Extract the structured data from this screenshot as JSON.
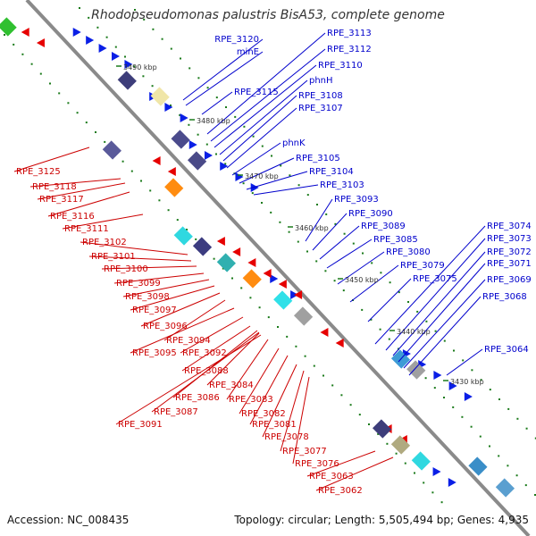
{
  "title": "Rhodopseudomonas palustris BisA53, complete genome",
  "footer": {
    "accession": "Accession: NC_008435",
    "topology": "Topology: circular; Length: 5,505,494 bp; Genes: 4,935"
  },
  "colors": {
    "backbone": "#8a8a8a",
    "forward_label": "#0000cc",
    "reverse_label": "#cc0000",
    "tick": "#1a7a1a"
  },
  "kbp_labels": [
    "3490 kbp",
    "3480 kbp",
    "3470 kbp",
    "3460 kbp",
    "3450 kbp",
    "3440 kbp",
    "3430 kbp"
  ],
  "forward_genes": [
    "RPE_3120",
    "minE",
    "RPE_3113",
    "RPE_3112",
    "RPE_3110",
    "phnH",
    "RPE_3115",
    "RPE_3108",
    "RPE_3107",
    "phnK",
    "RPE_3105",
    "RPE_3104",
    "RPE_3103",
    "RPE_3093",
    "RPE_3090",
    "RPE_3089",
    "RPE_3085",
    "RPE_3080",
    "RPE_3079",
    "RPE_3075",
    "RPE_3074",
    "RPE_3073",
    "RPE_3072",
    "RPE_3071",
    "RPE_3069",
    "RPE_3068",
    "RPE_3064"
  ],
  "reverse_genes": [
    "RPE_3125",
    "RPE_3118",
    "RPE_3117",
    "RPE_3116",
    "RPE_3111",
    "RPE_3102",
    "RPE_3101",
    "RPE_3100",
    "RPE_3099",
    "RPE_3098",
    "RPE_3097",
    "RPE_3096",
    "RPE_3094",
    "RPE_3095",
    "RPE_3092",
    "RPE_3088",
    "RPE_3084",
    "RPE_3086",
    "RPE_3083",
    "RPE_3087",
    "RPE_3082",
    "RPE_3091",
    "RPE_3081",
    "RPE_3078",
    "RPE_3077",
    "RPE_3076",
    "RPE_3063",
    "RPE_3062"
  ]
}
